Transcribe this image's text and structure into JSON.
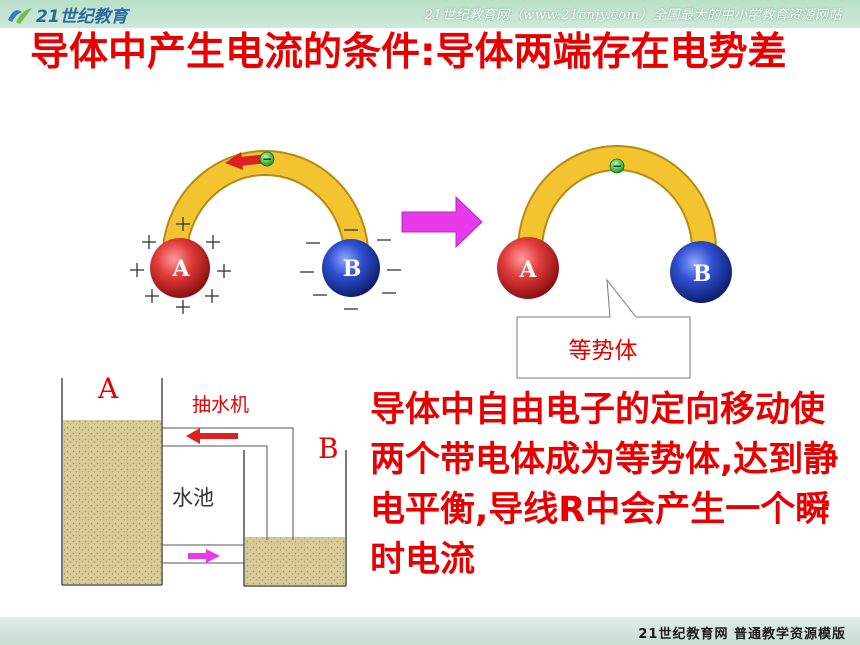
{
  "header": {
    "logo": "21世纪教育",
    "banner": "21世纪教育网（www.21cnjy.com）全国最大的中小学教育资源网站"
  },
  "title": "导体中产生电流的条件:导体两端存在电势差",
  "figure_top": {
    "left_ball_a": "A",
    "left_ball_b": "B",
    "right_ball_a": "A",
    "right_ball_b": "B",
    "electron_sign": "−",
    "callout": "等势体"
  },
  "figure_bottom": {
    "label_a": "A",
    "label_b": "B",
    "pump_label": "抽水机",
    "pool_label": "水池"
  },
  "explanation": "导体中自由电子的定向移动使两个带电体成为等势体,达到静电平衡,导线R中会产生一个瞬时电流",
  "footer": "21世纪教育网    普通教学资源模版",
  "colors": {
    "title": "#e60000",
    "bridge": "#f2c530",
    "ball_a": "#e23c3c",
    "ball_b": "#2f4fd0",
    "arrow": "#e63aeb"
  }
}
